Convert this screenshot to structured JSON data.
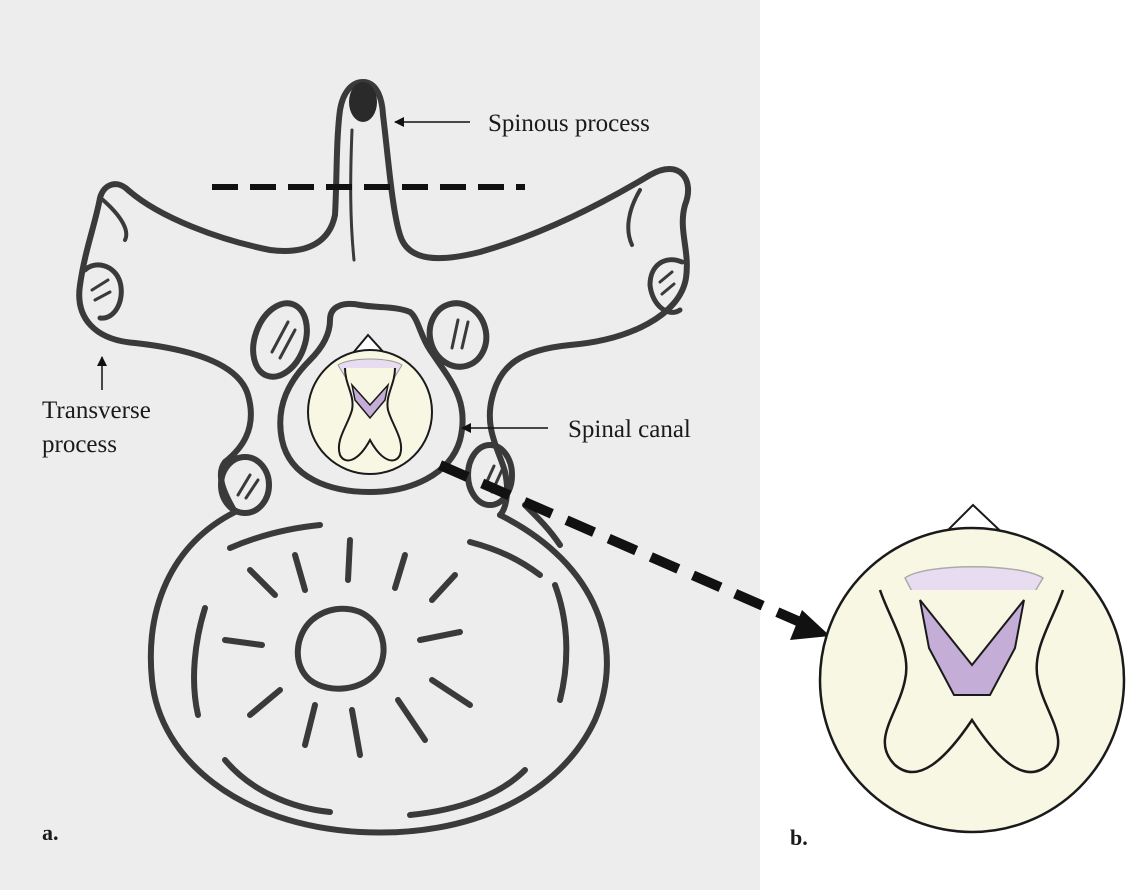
{
  "labels": {
    "spinous_process": "Spinous process",
    "transverse_line1": "Transverse",
    "transverse_line2": "process",
    "spinal_canal": "Spinal canal",
    "panel_a": "a.",
    "panel_b": "b."
  },
  "colors": {
    "outline": "#3a3a3a",
    "panel_a_background": "#ededed",
    "cord_fill": "#f8f7e4",
    "posterior_light": "#e8ddf0",
    "posterior_dark": "#c4aed8"
  }
}
